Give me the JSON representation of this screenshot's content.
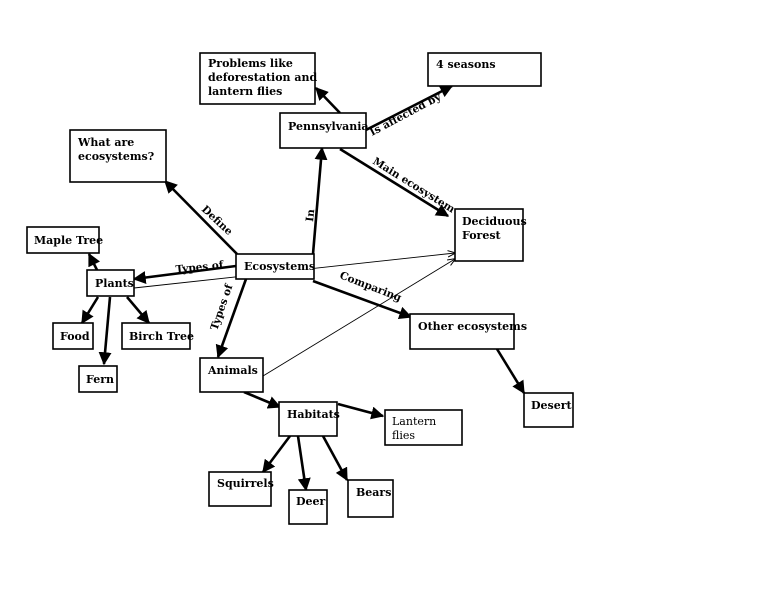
{
  "nodes": {
    "problems": [
      "Problems like",
      "deforestation and",
      "lantern flies"
    ],
    "four_seasons": [
      "4 seasons"
    ],
    "pennsylvania": [
      "Pennsylvania"
    ],
    "what_are": [
      "What are",
      "ecosystems?"
    ],
    "deciduous": [
      "Deciduous",
      "Forest"
    ],
    "maple_tree": [
      "Maple Tree"
    ],
    "ecosystems": [
      "Ecosystems"
    ],
    "plants": [
      "Plants"
    ],
    "food": [
      "Food"
    ],
    "birch_tree": [
      "Birch Tree"
    ],
    "fern": [
      "Fern"
    ],
    "other_ecosystems": [
      "Other ecosystems"
    ],
    "animals": [
      "Animals"
    ],
    "desert": [
      "Desert"
    ],
    "habitats": [
      "Habitats"
    ],
    "lantern_flies": [
      "Lantern",
      "flies"
    ],
    "squirrels": [
      "Squirrels"
    ],
    "deer": [
      "Deer"
    ],
    "bears": [
      "Bears"
    ]
  },
  "edges": {
    "define": "Define",
    "in": "In",
    "is_affected_by": "Is affected by",
    "main_ecosystem": "Main ecosystem",
    "types_of_plants": "Types of",
    "types_of_animals": "Types of",
    "comparing": "Comparing"
  }
}
